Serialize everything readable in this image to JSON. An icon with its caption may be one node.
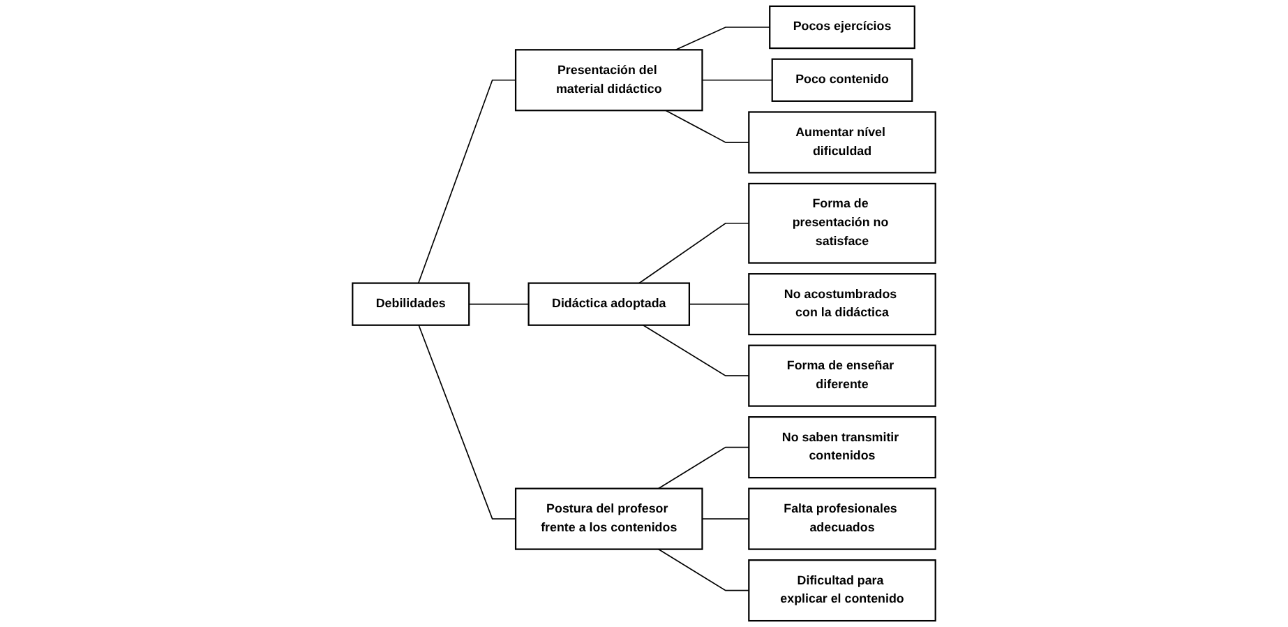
{
  "diagram": {
    "nodes": [
      {
        "text": [
          "Debilidades"
        ]
      },
      {
        "text": [
          "Presentación del material didáctico"
        ]
      },
      {
        "text": [
          "Pocos ejercícios"
        ]
      },
      {
        "text": [
          "Poco contenido"
        ]
      },
      {
        "text": [
          "Aumentar nível dificuldad"
        ]
      },
      {
        "text": [
          "Didáctica adoptada"
        ]
      },
      {
        "text": [
          "Forma de presentación no satisface"
        ]
      },
      {
        "text": [
          "No acostumbrados con la didáctica"
        ]
      },
      {
        "text": [
          "Forma de enseñar diferente"
        ]
      },
      {
        "text": [
          "Postura del profesor frente a los contenidos"
        ]
      },
      {
        "text": [
          "No saben transmitir contenidos"
        ]
      },
      {
        "text": [
          "Falta profesionales adecuados"
        ]
      },
      {
        "text": [
          "Dificultad para explicar el contenido"
        ]
      }
    ],
    "edges": [
      {
        "from": 0,
        "to": 1,
        "arrow": "none"
      },
      {
        "from": 0,
        "to": 5,
        "arrow": "none"
      },
      {
        "from": 0,
        "to": 9,
        "arrow": "none"
      },
      {
        "from": 1,
        "to": 2,
        "arrow": "none"
      },
      {
        "from": 1,
        "to": 3,
        "arrow": "none"
      },
      {
        "from": 1,
        "to": 4,
        "arrow": "none"
      },
      {
        "from": 5,
        "to": 6,
        "arrow": "none"
      },
      {
        "from": 5,
        "to": 7,
        "arrow": "none"
      },
      {
        "from": 5,
        "to": 8,
        "arrow": "none"
      },
      {
        "from": 9,
        "to": 10,
        "arrow": "none"
      },
      {
        "from": 9,
        "to": 11,
        "arrow": "none"
      },
      {
        "from": 9,
        "to": 12,
        "arrow": "none"
      }
    ]
  }
}
